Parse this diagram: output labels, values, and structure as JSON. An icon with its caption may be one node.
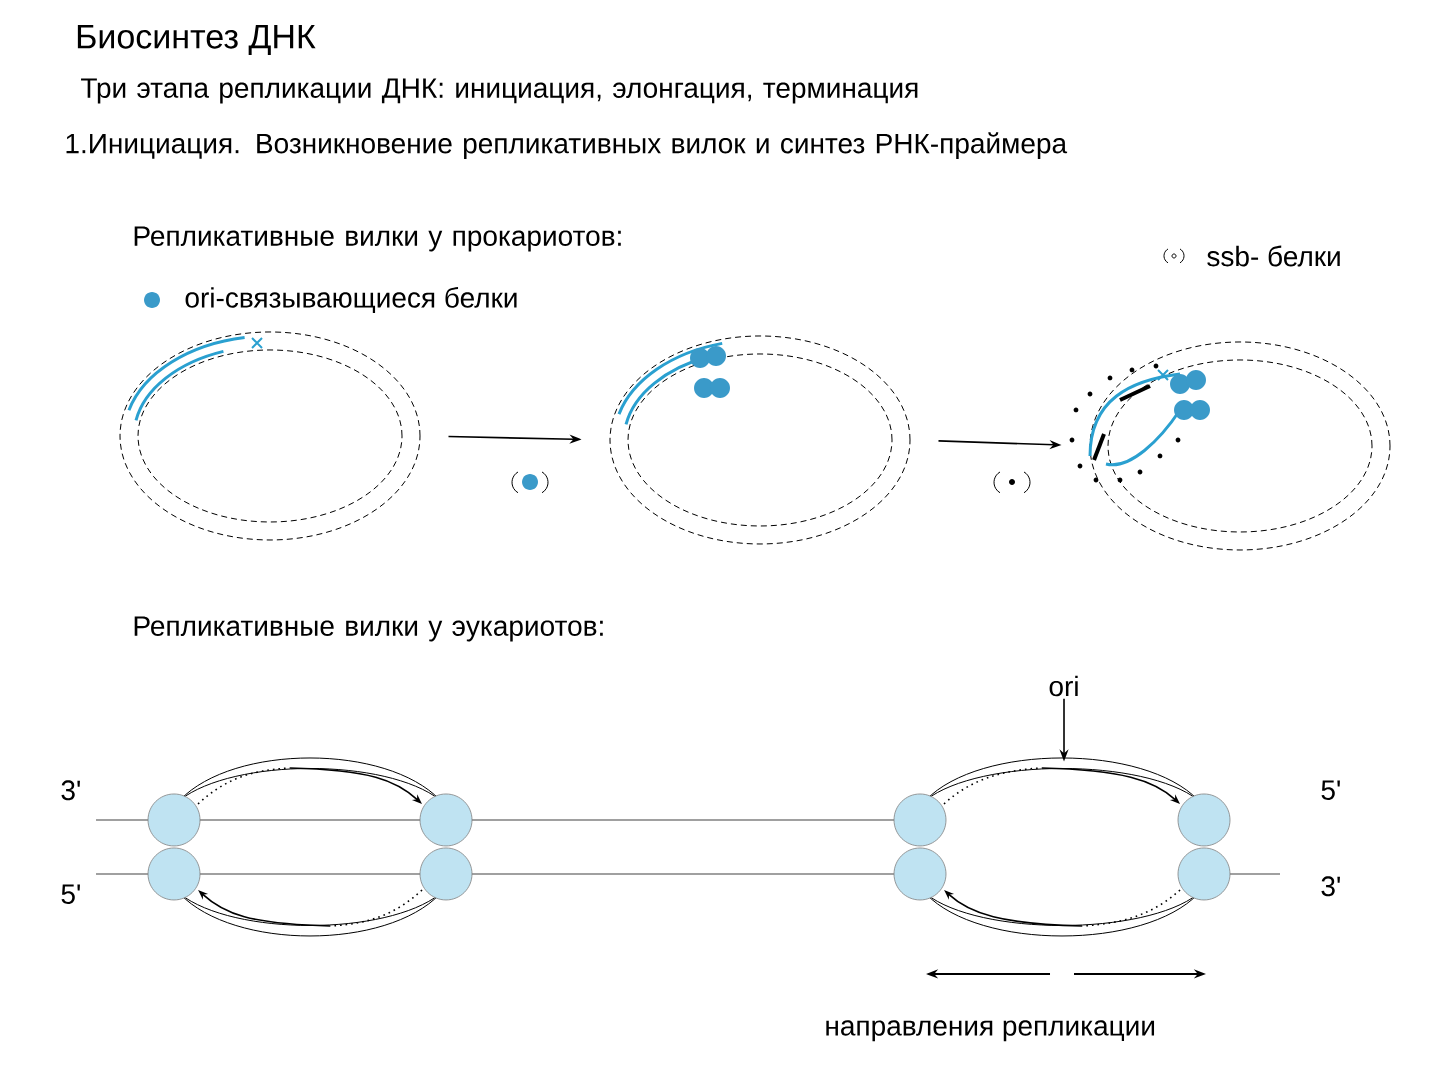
{
  "diagram": {
    "title": "Биосинтез ДНК",
    "nodes": [
      {
        "text": [],
        "shape": "circle"
      },
      {
        "text": [],
        "shape": "circle"
      },
      {
        "text": [],
        "shape": "circle"
      },
      {
        "text": [
          "ori"
        ]
      },
      {
        "text": [],
        "shape": "bubble"
      }
    ],
    "edges": [
      {
        "from": 0,
        "to": 1,
        "arrow": "to"
      },
      {
        "from": 1,
        "to": 2,
        "arrow": "to"
      },
      {
        "from": 3,
        "to": 4,
        "arrow": "to"
      }
    ],
    "labels": [
      "Три этапа репликации ДНК:  инициация, элонгация,  терминация",
      "1.Инициация. Возникновение репликативных вилок и синтез РНК-праймера",
      "Репликативные вилки у прокариотов:",
      "Репликативные вилки у эукариотов:",
      "3'",
      "5'",
      "5'",
      "3'",
      "направления репликации"
    ],
    "legend": [
      {
        "text": "ssb- белки"
      },
      {
        "text": "ori-связывающиеся белки",
        "color": "#3a9ac9"
      }
    ]
  }
}
